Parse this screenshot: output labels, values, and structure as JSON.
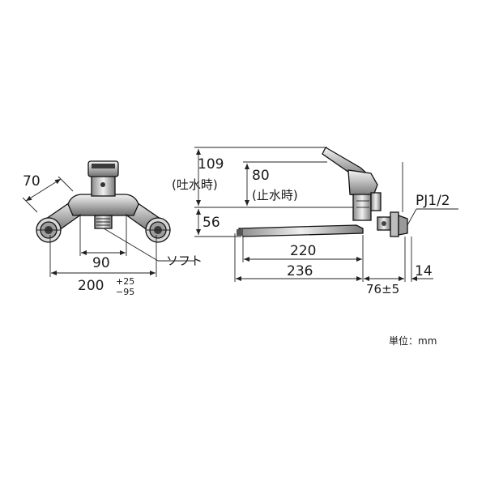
{
  "front_view": {
    "dim_angle": "70",
    "dim_center": "90",
    "dim_total": "200",
    "dim_total_plus": "+25",
    "dim_total_minus": "−95",
    "label_soft": "ソフト"
  },
  "side_view": {
    "dim_height_total": "109",
    "dim_height_total_note": "(吐水時)",
    "dim_height_stop": "80",
    "dim_height_stop_note": "(止水時)",
    "dim_spout_height": "56",
    "dim_spout_reach": "220",
    "dim_spout_total": "236",
    "dim_wall": "14",
    "dim_offset": "76±5",
    "label_thread": "PJ1/2"
  },
  "unit_label": "単位：mm"
}
